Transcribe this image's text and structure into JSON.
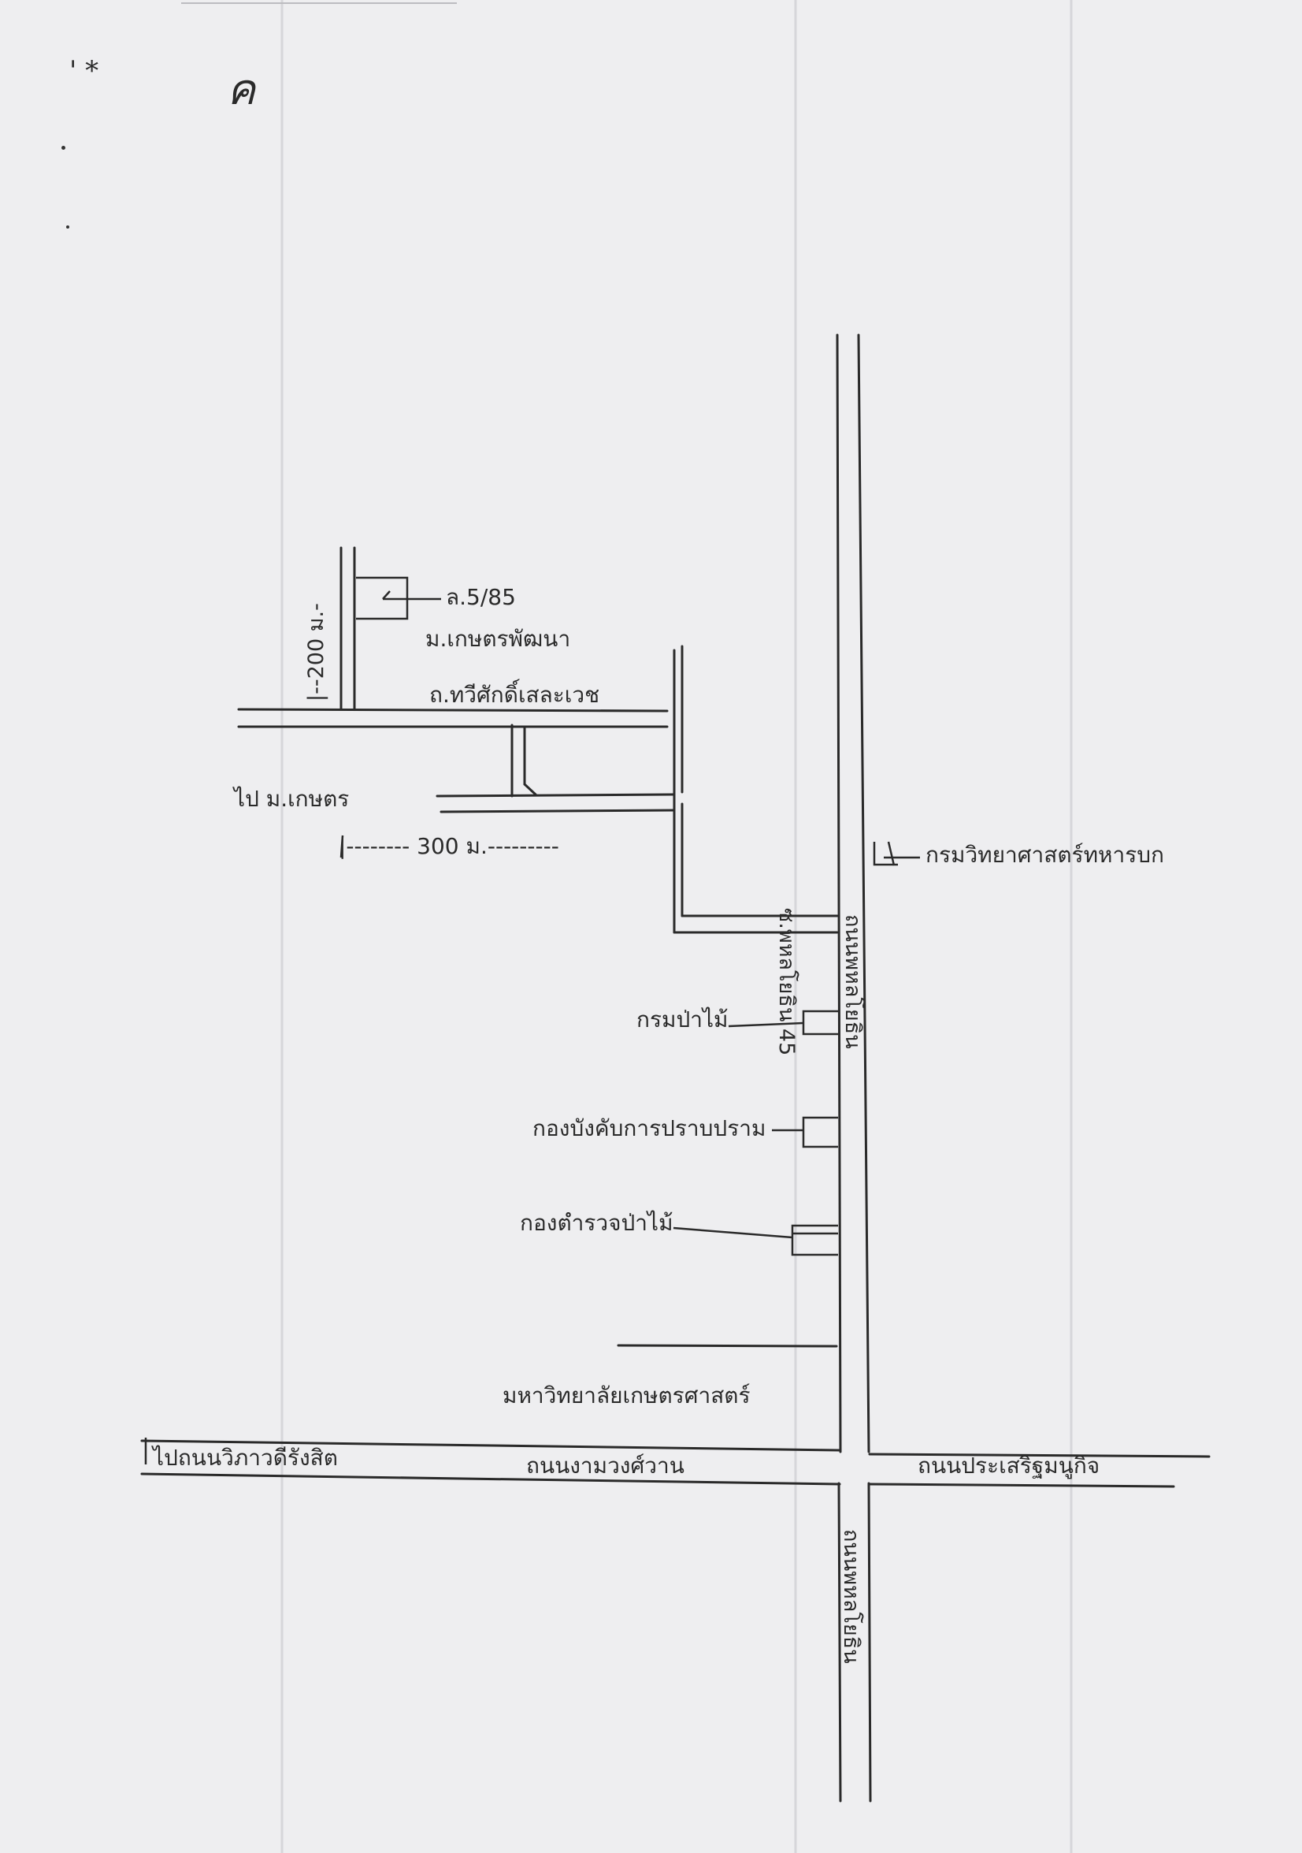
{
  "corner_marks": {
    "top_left": "' *",
    "initial": "ค"
  },
  "labels": {
    "lot_number": "ล.5/85",
    "village": "ม.เกษตรพัฒนา",
    "soi_road": "ถ.ทวีศักดิ์เสละเวช",
    "distance_200": "|--200 ม.-",
    "to_ku": "ไป ม.เกษตร",
    "distance_300": "|-------- 300 ม.---------",
    "soi_45": "ซ.พหลโยธิน 45",
    "dept_army_science": "กรมวิทยาศาสตร์ทหารบก",
    "phahon_upper": "ถนนพหลโยธิน",
    "royal_forest_dept": "กรมป่าไม้",
    "suppression_command": "กองบังคับการปราบปราม",
    "forest_police": "กองตำรวจป่าไม้",
    "kasetsart_univ": "มหาวิทยาลัยเกษตรศาสตร์",
    "to_vibhavadi": "ไปถนนวิภาวดีรังสิต",
    "ngamwongwan_rd": "ถนนงามวงศ์วาน",
    "prasert_manukitch_rd": "ถนนประเสริฐมนูกิจ",
    "phahon_lower": "ถนนพหลโยธิน"
  }
}
